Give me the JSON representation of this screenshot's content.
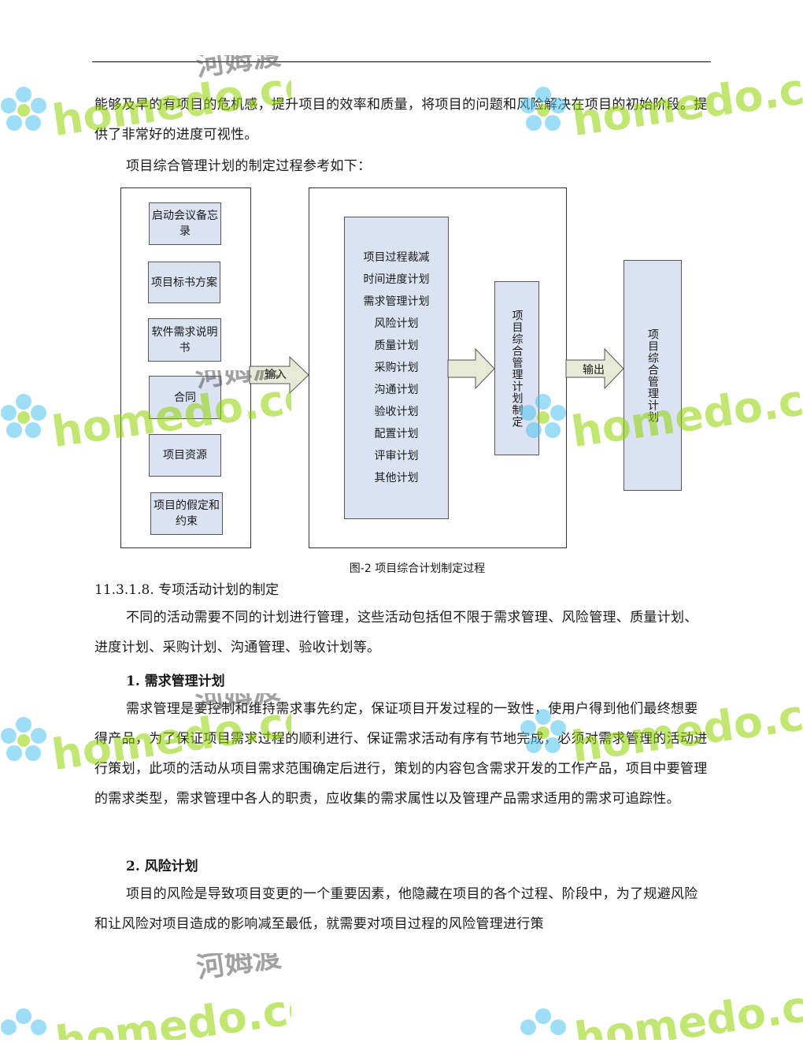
{
  "intro": {
    "para1": "能够及早的有项目的危机感，提升项目的效率和质量，将项目的问题和风险解决在项目的初始阶段。提供了非常好的进度可视性。",
    "para2": "项目综合管理计划的制定过程参考如下："
  },
  "diagram": {
    "inputs": [
      "启动会议备忘录",
      "项目标书方案",
      "软件需求说明书",
      "合同",
      "项目资源",
      "项目的假定和约束"
    ],
    "input_arrow_label": "输入",
    "plans": [
      "项目过程裁减",
      "时间进度计划",
      "需求管理计划",
      "风险计划",
      "质量计划",
      "采购计划",
      "沟通计划",
      "验收计划",
      "配置计划",
      "评审计划",
      "其他计划"
    ],
    "process_label": "项目综合管理计划制定",
    "output_arrow_label": "输出",
    "output_label": "项目综合管理计划",
    "caption": "图-2 项目综合计划制定过程"
  },
  "section": {
    "heading": "11.3.1.8. 专项活动计划的制定",
    "intro": "不同的活动需要不同的计划进行管理，这些活动包括但不限于需求管理、风险管理、质量计划、进度计划、采购计划、沟通管理、验收计划等。",
    "item1_title": "1.  需求管理计划",
    "item1_text": "需求管理是要控制和维持需求事先约定，保证项目开发过程的一致性，使用户得到他们最终想要得产品，为了保证项目需求过程的顺利进行、保证需求活动有序有节地完成，必须对需求管理的活动进行策划，此项的活动从项目需求范围确定后进行，策划的内容包含需求开发的工作产品，项目中要管理的需求类型，需求管理中各人的职责，应收集的需求属性以及管理产品需求适用的需求可追踪性。",
    "item2_title": "2.  风险计划",
    "item2_text": "项目的风险是导致项目变更的一个重要因素，他隐藏在项目的各个过程、阶段中，为了规避风险和让风险对项目造成的影响减至最低，就需要对项目过程的风险管理进行策"
  },
  "watermark": {
    "latin": "homedo.com",
    "cjk": "河姆渡"
  },
  "colors": {
    "box_fill": "#dbe2f1",
    "arrow_fill": "#e6ead6",
    "watermark": "#8fd400",
    "flower": "#4fc3f0"
  }
}
